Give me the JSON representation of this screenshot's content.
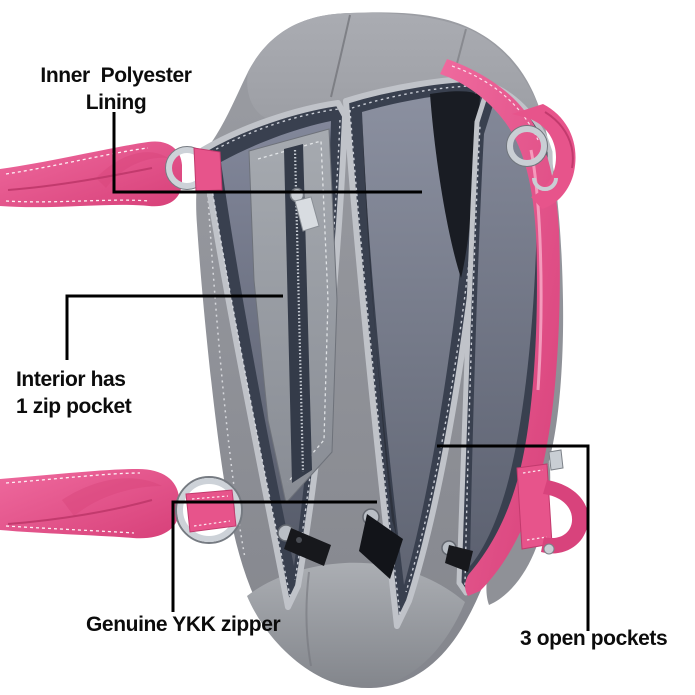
{
  "page": {
    "type": "annotated-product-image",
    "subject": "handbag top view showing interior compartments",
    "background": "#ffffff"
  },
  "colors": {
    "accent_pink": "#e7548b",
    "accent_pink_dark": "#c23a6d",
    "bag_gray": "#8d9096",
    "lining_gray": "#767c8a",
    "zipper_navy": "#39404f",
    "hardware_silver": "#c9ced4",
    "callout_line": "#000000",
    "annotation_text": "#0c0c0c"
  },
  "annotations": {
    "inner_lining": {
      "line1": "Inner  Polyester",
      "line2": "Lining"
    },
    "zip_pocket": {
      "line1": "Interior has",
      "line2": "1 zip pocket"
    },
    "ykk_zipper": {
      "label": "Genuine YKK zipper"
    },
    "open_pockets": {
      "label": "3 open pockets"
    }
  }
}
